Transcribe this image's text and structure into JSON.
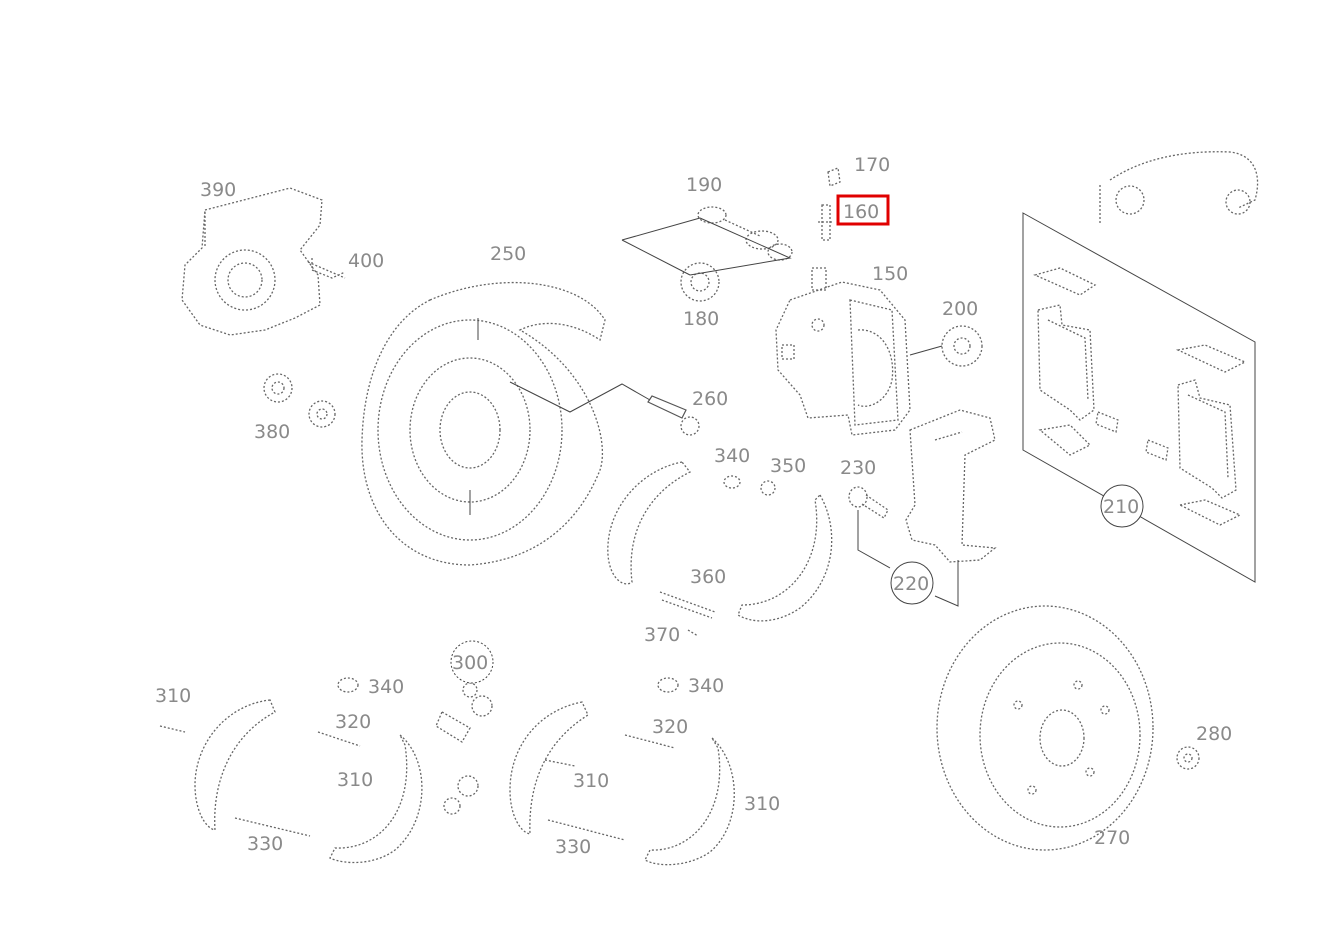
{
  "diagram": {
    "highlight_color": "#e00000",
    "labels": [
      {
        "id": "l390",
        "text": "390"
      },
      {
        "id": "l400",
        "text": "400"
      },
      {
        "id": "l380",
        "text": "380"
      },
      {
        "id": "l250",
        "text": "250"
      },
      {
        "id": "l260",
        "text": "260"
      },
      {
        "id": "l190",
        "text": "190"
      },
      {
        "id": "l180",
        "text": "180"
      },
      {
        "id": "l170",
        "text": "170"
      },
      {
        "id": "l160",
        "text": "160",
        "highlighted": true
      },
      {
        "id": "l150",
        "text": "150"
      },
      {
        "id": "l200",
        "text": "200"
      },
      {
        "id": "l210",
        "text": "210",
        "circled": true
      },
      {
        "id": "l220",
        "text": "220",
        "circled": true
      },
      {
        "id": "l230",
        "text": "230"
      },
      {
        "id": "l340a",
        "text": "340"
      },
      {
        "id": "l350",
        "text": "350"
      },
      {
        "id": "l360",
        "text": "360"
      },
      {
        "id": "l370",
        "text": "370"
      },
      {
        "id": "l300",
        "text": "300",
        "circled": true
      },
      {
        "id": "l340b",
        "text": "340"
      },
      {
        "id": "l340c",
        "text": "340"
      },
      {
        "id": "l310a",
        "text": "310"
      },
      {
        "id": "l320a",
        "text": "320"
      },
      {
        "id": "l310b",
        "text": "310"
      },
      {
        "id": "l330a",
        "text": "330"
      },
      {
        "id": "l320b",
        "text": "320"
      },
      {
        "id": "l310c",
        "text": "310"
      },
      {
        "id": "l310d",
        "text": "310"
      },
      {
        "id": "l330b",
        "text": "330"
      },
      {
        "id": "l270",
        "text": "270"
      },
      {
        "id": "l280",
        "text": "280"
      }
    ]
  }
}
